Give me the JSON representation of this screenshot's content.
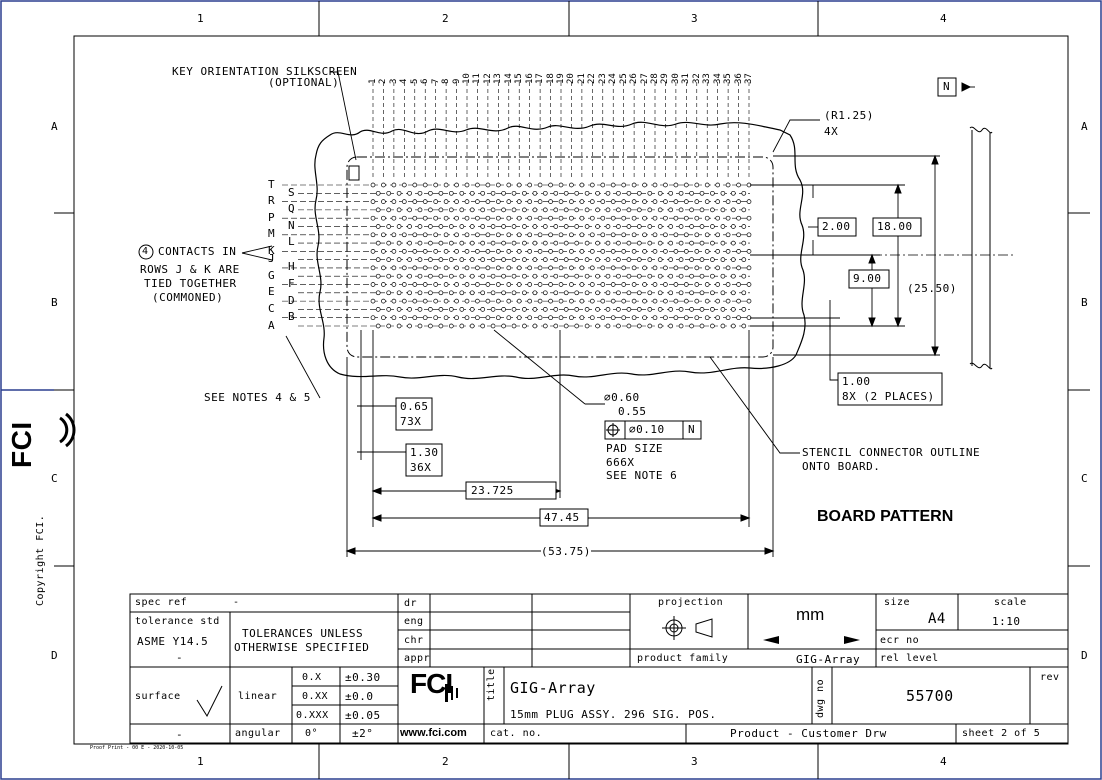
{
  "border": {
    "cols_top": [
      "1",
      "2",
      "3",
      "4"
    ],
    "cols_bottom": [
      "1",
      "2",
      "3",
      "4"
    ],
    "rows_left": [
      "A",
      "B",
      "C",
      "D"
    ],
    "rows_right": [
      "A",
      "B",
      "C",
      "D"
    ]
  },
  "side": {
    "logo": "FCI",
    "copyright": "Copyright FCI."
  },
  "drawing": {
    "key_orientation_1": "KEY ORIENTATION SILKSCREEN",
    "key_orientation_2": "(OPTIONAL)",
    "column_numbers": [
      "1",
      "2",
      "3",
      "4",
      "5",
      "6",
      "7",
      "8",
      "9",
      "10",
      "11",
      "12",
      "13",
      "14",
      "15",
      "16",
      "17",
      "18",
      "19",
      "20",
      "21",
      "22",
      "23",
      "24",
      "25",
      "26",
      "27",
      "28",
      "29",
      "30",
      "31",
      "32",
      "33",
      "34",
      "35",
      "36",
      "37"
    ],
    "row_letters_outer": [
      "T",
      "R",
      "P",
      "M",
      "K",
      "J",
      "G",
      "E",
      "C",
      "A"
    ],
    "row_letters_inner": [
      "S",
      "Q",
      "N",
      "L",
      "H",
      "F",
      "D",
      "B"
    ],
    "contacts_circle": "4",
    "contacts_1": "CONTACTS IN",
    "contacts_2": "ROWS J & K ARE",
    "contacts_3": "TIED TOGETHER",
    "contacts_4": "(COMMONED)",
    "see_notes": "SEE NOTES 4 & 5",
    "radius_1": "(R1.25)",
    "radius_2": "4X",
    "north_label": "N",
    "dim_200": "2.00",
    "dim_1800": "18.00",
    "dim_900": "9.00",
    "dim_2550": "(25.50)",
    "dim_100": "1.00",
    "dim_100_note": "8X (2 PLACES)",
    "dim_065": "0.65",
    "dim_065_x": "73X",
    "dim_130": "1.30",
    "dim_130_x": "36X",
    "dim_23725": "23.725",
    "dim_4745": "47.45",
    "dim_5375": "(53.75)",
    "pad_1": "∅0.60",
    "pad_2": "0.55",
    "pad_tol": "∅0.10",
    "pad_datum": "N",
    "pad_3": "PAD SIZE",
    "pad_4": "666X",
    "pad_5": "SEE NOTE 6",
    "stencil_1": "STENCIL CONNECTOR OUTLINE",
    "stencil_2": "ONTO BOARD.",
    "board_pattern": "BOARD PATTERN"
  },
  "title_block": {
    "spec_ref_label": "spec ref",
    "spec_ref_value": "-",
    "tol_std_label": "tolerance std",
    "tol_std_value": "ASME Y14.5",
    "tol_std_dash": "-",
    "tolerances_1": "TOLERANCES UNLESS",
    "tolerances_2": "OTHERWISE SPECIFIED",
    "surface_label": "surface",
    "surface_dash": "-",
    "linear_label": "linear",
    "angular_label": "angular",
    "tol_rows": [
      {
        "k": "0.X",
        "v": "±0.30"
      },
      {
        "k": "0.XX",
        "v": "±0.0"
      },
      {
        "k": "0.XXX",
        "v": "±0.05"
      }
    ],
    "angular_k": "0°",
    "angular_v": "±2°",
    "dr": "dr",
    "eng": "eng",
    "chr": "chr",
    "appr": "appr",
    "projection_label": "projection",
    "units": "mm",
    "size_label": "size",
    "size_value": "A4",
    "scale_label": "scale",
    "scale_value": "1:10",
    "ecr_label": "ecr no",
    "product_family_label": "product family",
    "product_family_value": "GIG-Array",
    "rel_level_label": "rel level",
    "logo": "FCI",
    "website": "www.fci.com",
    "title_label": "title",
    "title_1": "GIG-Array",
    "title_2": "15mm PLUG ASSY. 296 SIG. POS.",
    "dwg_label": "dwg no",
    "dwg_value": "55700",
    "rev_label": "rev",
    "cat_label": "cat. no.",
    "product_drawing": "Product - Customer Drw",
    "sheet": "sheet 2 of 5",
    "footer_small": "Proof Print - 00 E - 2020-10-05"
  },
  "colors": {
    "line": "#000000",
    "frame_blue": "#2b3f8f"
  }
}
